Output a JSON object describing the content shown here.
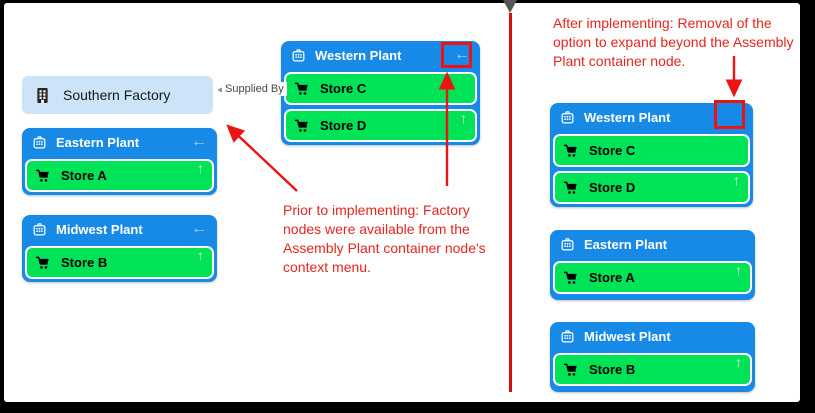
{
  "panels": {
    "before": {
      "note": "Prior to implementing: Factory nodes were available from the Assembly Plant container node's context menu.",
      "factory": {
        "label": "Southern Factory"
      },
      "edge_label": "Supplied By",
      "containers": [
        {
          "label": "Western Plant",
          "back_arrow": "←",
          "stores": [
            {
              "label": "Store C"
            },
            {
              "label": "Store D",
              "up_arrow": "↑"
            }
          ]
        },
        {
          "label": "Eastern Plant",
          "back_arrow": "←",
          "stores": [
            {
              "label": "Store A",
              "up_arrow": "↑"
            }
          ]
        },
        {
          "label": "Midwest Plant",
          "back_arrow": "←",
          "stores": [
            {
              "label": "Store B",
              "up_arrow": "↑"
            }
          ]
        }
      ]
    },
    "after": {
      "note": "After implementing: Removal of the option to expand beyond the Assembly Plant container node.",
      "containers": [
        {
          "label": "Western Plant",
          "stores": [
            {
              "label": "Store C"
            },
            {
              "label": "Store D",
              "up_arrow": "↑"
            }
          ]
        },
        {
          "label": "Eastern Plant",
          "stores": [
            {
              "label": "Store A",
              "up_arrow": "↑"
            }
          ]
        },
        {
          "label": "Midwest Plant",
          "stores": [
            {
              "label": "Store B",
              "up_arrow": "↑"
            }
          ]
        }
      ]
    }
  },
  "colors": {
    "container_blue": "#1789e6",
    "store_green": "#00e356",
    "factory_light_blue": "#cde4f8",
    "annotation_red": "#e6251f",
    "highlight_red": "#ec1313",
    "divider_red": "#d40f0f"
  },
  "icons": {
    "plant": "assembly-plant-icon",
    "store": "shopping-cart-icon",
    "factory": "factory-building-icon"
  }
}
